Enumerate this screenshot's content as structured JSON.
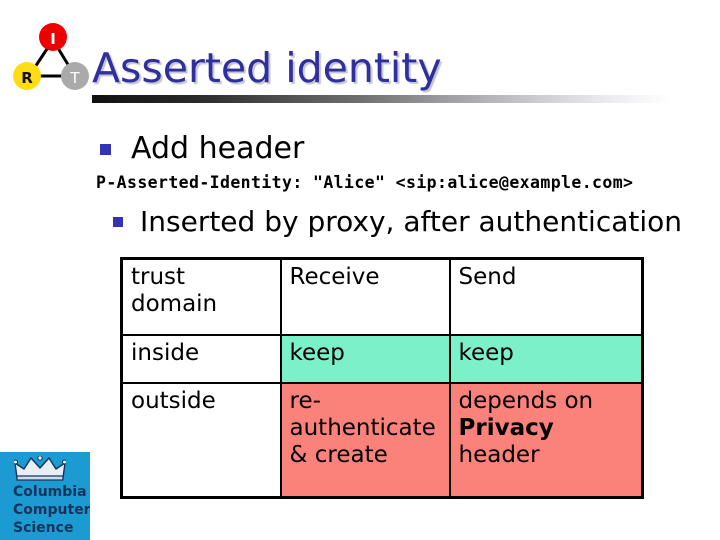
{
  "slide": {
    "title": "Asserted identity",
    "logo": {
      "nodes": [
        {
          "label": "I",
          "color": "#ee0000",
          "text_color": "#ffffff"
        },
        {
          "label": "R",
          "color": "#ffdd11",
          "text_color": "#111111"
        },
        {
          "label": "T",
          "color": "#aaaaaa",
          "text_color": "#ffffff"
        }
      ]
    },
    "bullets": [
      {
        "text": "Add header"
      },
      {
        "text": "Inserted by proxy, after authentication"
      }
    ],
    "code_line": "P-Asserted-Identity: \"Alice\" <sip:alice@example.com>",
    "table": {
      "columns": [
        "trust domain",
        "Receive",
        "Send"
      ],
      "rows": [
        {
          "label": "inside",
          "receive": "keep",
          "send": "keep",
          "receive_fill": "#7cf0c8",
          "send_fill": "#7cf0c8"
        },
        {
          "label": "outside",
          "receive": "re-authenticate & create",
          "send_prefix": "depends on ",
          "send_bold": "Privacy",
          "send_suffix": " header",
          "receive_fill": "#fb817b",
          "send_fill": "#fb817b"
        }
      ]
    },
    "footer_badge": {
      "line1": "Columbia",
      "line2": "Computer",
      "line3": "Science",
      "background": "#1b9bd1"
    },
    "colors": {
      "title": "#2f2f9e",
      "bullet": "#3333b3",
      "cyan": "#7cf0c8",
      "salmon": "#fb817b"
    }
  }
}
